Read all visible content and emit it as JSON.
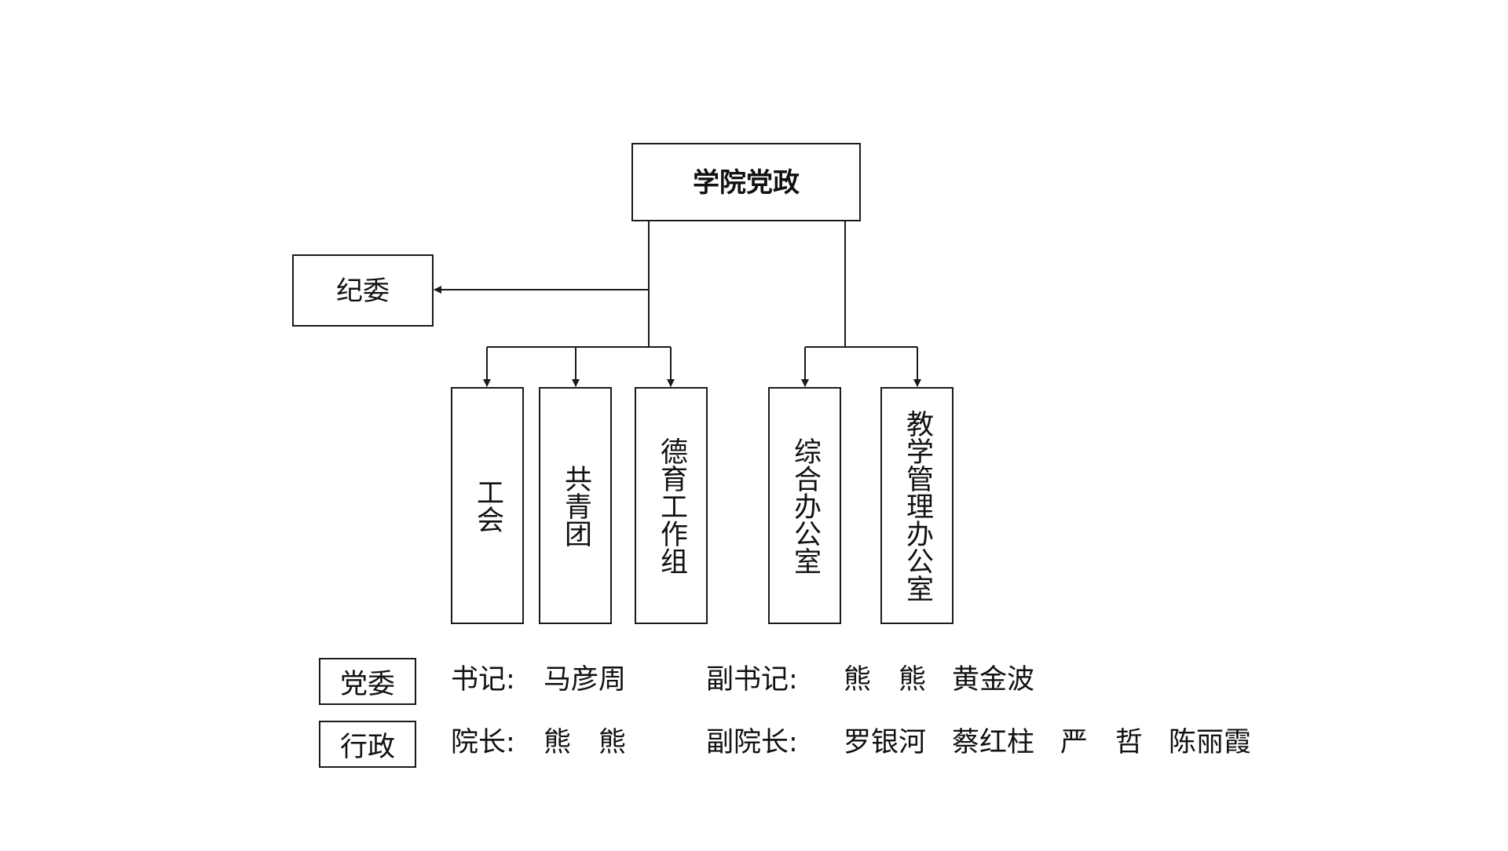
{
  "diagram": {
    "root": {
      "label": "学院党政"
    },
    "side": {
      "label": "纪委"
    },
    "left_branch": [
      {
        "label": "工会"
      },
      {
        "label": "共青团"
      },
      {
        "label": "德育工作组"
      }
    ],
    "right_branch": [
      {
        "label": "综合办公室"
      },
      {
        "label": "教学管理办公室"
      }
    ]
  },
  "roster": {
    "party": {
      "tag": "党委",
      "head_title": "书记:",
      "head_name": "马彦周",
      "deputy_title": "副书记:",
      "deputies": [
        "熊　熊",
        "黄金波"
      ]
    },
    "admin": {
      "tag": "行政",
      "head_title": "院长:",
      "head_name": "熊　熊",
      "deputy_title": "副院长:",
      "deputies": [
        "罗银河",
        "蔡红柱",
        "严　哲",
        "陈丽霞"
      ]
    }
  },
  "colors": {
    "line": "#1a1a1a",
    "text": "#111111",
    "background": "#ffffff"
  }
}
